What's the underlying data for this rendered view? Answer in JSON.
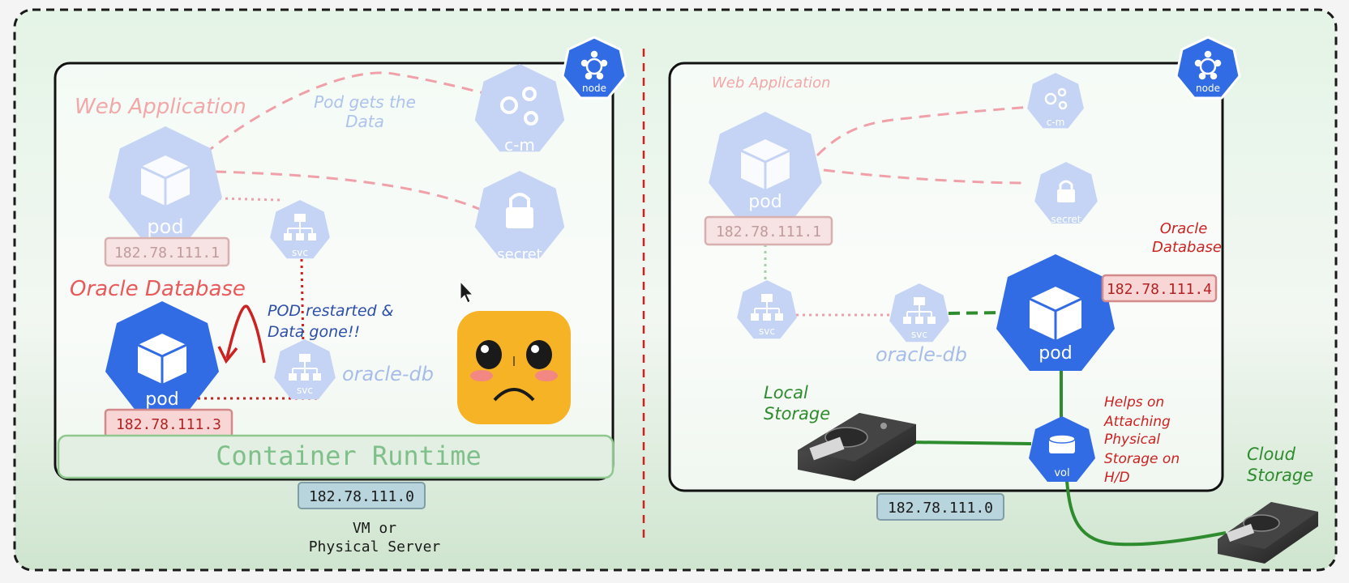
{
  "left_panel": {
    "title": "Web Application",
    "annotation_data": [
      "Pod gets the",
      "Data"
    ],
    "pod_web": {
      "label": "pod",
      "ip": "182.78.111.1"
    },
    "configmap": {
      "label": "c-m"
    },
    "secret": {
      "label": "secret"
    },
    "svc_top": {
      "label": "svc"
    },
    "svc_db": {
      "label": "svc",
      "name": "oracle-db"
    },
    "db_title": "Oracle Database",
    "restart_note": [
      "POD restarted &",
      "Data gone!!"
    ],
    "pod_db": {
      "label": "pod",
      "ip": "182.78.111.3"
    },
    "runtime": "Container Runtime",
    "node_badge": "node",
    "host_ip": "182.78.111.0",
    "host_caption": [
      "VM or",
      "Physical Server"
    ]
  },
  "right_panel": {
    "title": "Web Application",
    "pod_web": {
      "label": "pod",
      "ip": "182.78.111.1"
    },
    "configmap": {
      "label": "c-m"
    },
    "secret": {
      "label": "secret"
    },
    "svc_left": {
      "label": "svc"
    },
    "svc_db": {
      "label": "svc",
      "name": "oracle-db"
    },
    "db_title": [
      "Oracle",
      "Database"
    ],
    "pod_db": {
      "label": "pod",
      "ip": "182.78.111.4"
    },
    "volume": {
      "label": "vol"
    },
    "volume_note": [
      "Helps on",
      "Attaching",
      "Physical",
      "Storage on",
      "H/D"
    ],
    "local_storage": [
      "Local",
      "Storage"
    ],
    "cloud_storage": [
      "Cloud",
      "Storage"
    ],
    "node_badge": "node",
    "host_ip": "182.78.111.0"
  },
  "colors": {
    "k8s_blue": "#326ce5",
    "k8s_faded": "#c5d4f5",
    "annotation_red": "#cc2222",
    "annotation_green": "#2e8b2e",
    "dash_pink": "#f0a0a8"
  }
}
